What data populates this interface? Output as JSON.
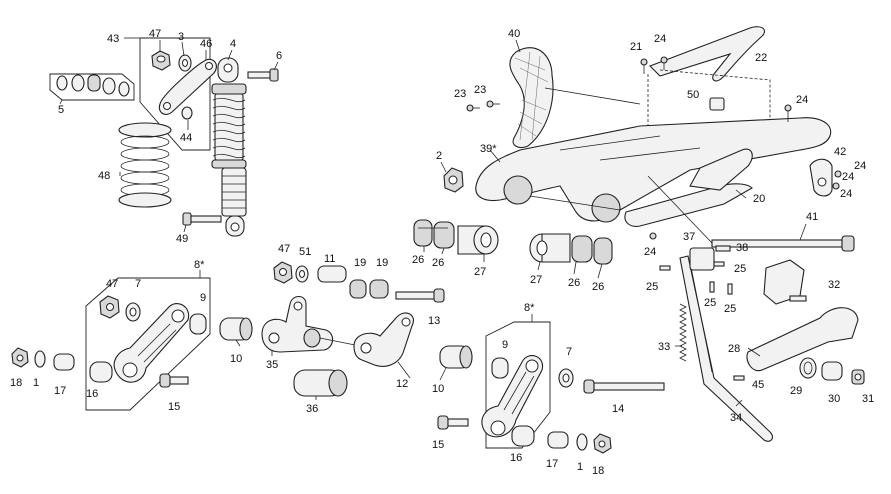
{
  "callouts": [
    {
      "id": "c43",
      "text": "43"
    },
    {
      "id": "c47a",
      "text": "47"
    },
    {
      "id": "c3",
      "text": "3"
    },
    {
      "id": "c46",
      "text": "46"
    },
    {
      "id": "c4",
      "text": "4"
    },
    {
      "id": "c6",
      "text": "6"
    },
    {
      "id": "c5",
      "text": "5"
    },
    {
      "id": "c44",
      "text": "44"
    },
    {
      "id": "c48",
      "text": "48"
    },
    {
      "id": "c49",
      "text": "49"
    },
    {
      "id": "c40",
      "text": "40"
    },
    {
      "id": "c21",
      "text": "21"
    },
    {
      "id": "c24a",
      "text": "24"
    },
    {
      "id": "c22",
      "text": "22"
    },
    {
      "id": "c23a",
      "text": "23"
    },
    {
      "id": "c23b",
      "text": "23"
    },
    {
      "id": "c50",
      "text": "50"
    },
    {
      "id": "c24b",
      "text": "24"
    },
    {
      "id": "c2",
      "text": "2"
    },
    {
      "id": "c39",
      "text": "39*"
    },
    {
      "id": "c42",
      "text": "42"
    },
    {
      "id": "c24c",
      "text": "24"
    },
    {
      "id": "c24d",
      "text": "24"
    },
    {
      "id": "c24e",
      "text": "24"
    },
    {
      "id": "c20",
      "text": "20"
    },
    {
      "id": "c41",
      "text": "41"
    },
    {
      "id": "c24f",
      "text": "24"
    },
    {
      "id": "c37",
      "text": "37"
    },
    {
      "id": "c38",
      "text": "38"
    },
    {
      "id": "c25a",
      "text": "25"
    },
    {
      "id": "c25b",
      "text": "25"
    },
    {
      "id": "c25c",
      "text": "25"
    },
    {
      "id": "c25d",
      "text": "25"
    },
    {
      "id": "c32",
      "text": "32"
    },
    {
      "id": "c26a",
      "text": "26"
    },
    {
      "id": "c26b",
      "text": "26"
    },
    {
      "id": "c27a",
      "text": "27"
    },
    {
      "id": "c27b",
      "text": "27"
    },
    {
      "id": "c26c",
      "text": "26"
    },
    {
      "id": "c26d",
      "text": "26"
    },
    {
      "id": "c47b",
      "text": "47"
    },
    {
      "id": "c51",
      "text": "51"
    },
    {
      "id": "c11",
      "text": "11"
    },
    {
      "id": "c19a",
      "text": "19"
    },
    {
      "id": "c19b",
      "text": "19"
    },
    {
      "id": "c13",
      "text": "13"
    },
    {
      "id": "c8a",
      "text": "8*"
    },
    {
      "id": "c47c",
      "text": "47"
    },
    {
      "id": "c7a",
      "text": "7"
    },
    {
      "id": "c9a",
      "text": "9"
    },
    {
      "id": "c18a",
      "text": "18"
    },
    {
      "id": "c1a",
      "text": "1"
    },
    {
      "id": "c17a",
      "text": "17"
    },
    {
      "id": "c16a",
      "text": "16"
    },
    {
      "id": "c15a",
      "text": "15"
    },
    {
      "id": "c10a",
      "text": "10"
    },
    {
      "id": "c35",
      "text": "35"
    },
    {
      "id": "c36",
      "text": "36"
    },
    {
      "id": "c12",
      "text": "12"
    },
    {
      "id": "c8b",
      "text": "8*"
    },
    {
      "id": "c9b",
      "text": "9"
    },
    {
      "id": "c7b",
      "text": "7"
    },
    {
      "id": "c10b",
      "text": "10"
    },
    {
      "id": "c14",
      "text": "14"
    },
    {
      "id": "c15b",
      "text": "15"
    },
    {
      "id": "c16b",
      "text": "16"
    },
    {
      "id": "c17b",
      "text": "17"
    },
    {
      "id": "c1b",
      "text": "1"
    },
    {
      "id": "c18b",
      "text": "18"
    },
    {
      "id": "c33",
      "text": "33"
    },
    {
      "id": "c34",
      "text": "34"
    },
    {
      "id": "c45",
      "text": "45"
    },
    {
      "id": "c28",
      "text": "28"
    },
    {
      "id": "c29",
      "text": "29"
    },
    {
      "id": "c30",
      "text": "30"
    },
    {
      "id": "c31",
      "text": "31"
    }
  ]
}
